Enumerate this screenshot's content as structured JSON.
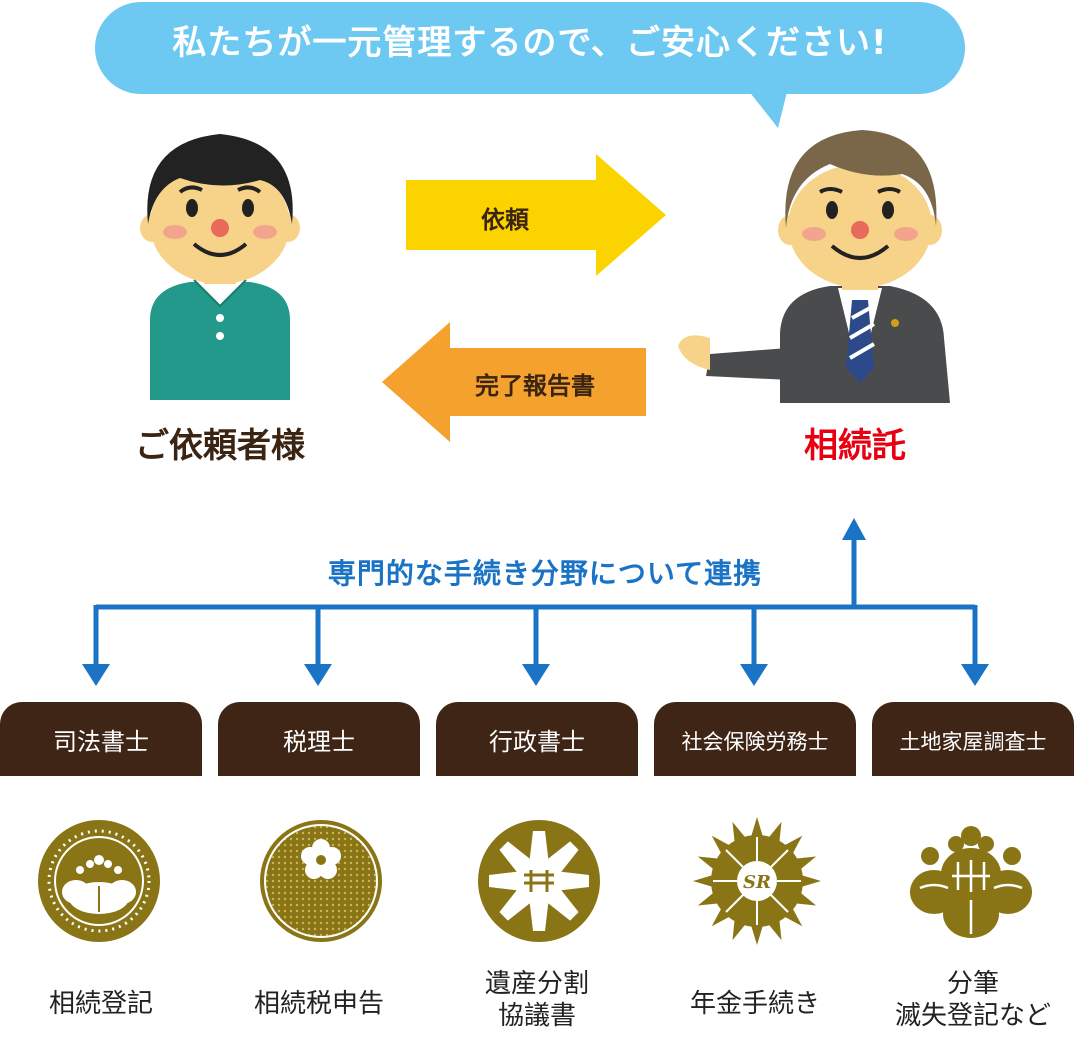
{
  "bubble": {
    "text": "私たちが一元管理するので、ご安心ください!"
  },
  "arrows": {
    "request_label": "依頼",
    "report_label": "完了報告書"
  },
  "client": {
    "caption": "ご依頼者様"
  },
  "office": {
    "caption": "相続託"
  },
  "collaboration": {
    "label": "専門的な手続き分野について連携"
  },
  "professionals": [
    {
      "title": "司法書士",
      "service_lines": [
        "相続登記"
      ],
      "emblem_icon": "paulownia-emblem-icon"
    },
    {
      "title": "税理士",
      "service_lines": [
        "相続税申告"
      ],
      "emblem_icon": "cherry-blossom-emblem-icon"
    },
    {
      "title": "行政書士",
      "service_lines": [
        "遺産分割",
        "協議書"
      ],
      "emblem_icon": "cosmos-emblem-icon"
    },
    {
      "title": "社会保険労務士",
      "service_lines": [
        "年金手続き"
      ],
      "emblem_icon": "sr-sunburst-emblem-icon"
    },
    {
      "title": "土地家屋調査士",
      "service_lines": [
        "分筆",
        "滅失登記など"
      ],
      "emblem_icon": "paulownia-survey-emblem-icon"
    }
  ],
  "colors": {
    "bubble": "#6dc8f2",
    "request_arrow": "#fbd400",
    "report_arrow": "#f4a12e",
    "connector": "#1b73c6",
    "tab": "#3f2516",
    "emblem": "#8a7516",
    "office_caption": "#e60012",
    "client_caption": "#3b2412"
  }
}
